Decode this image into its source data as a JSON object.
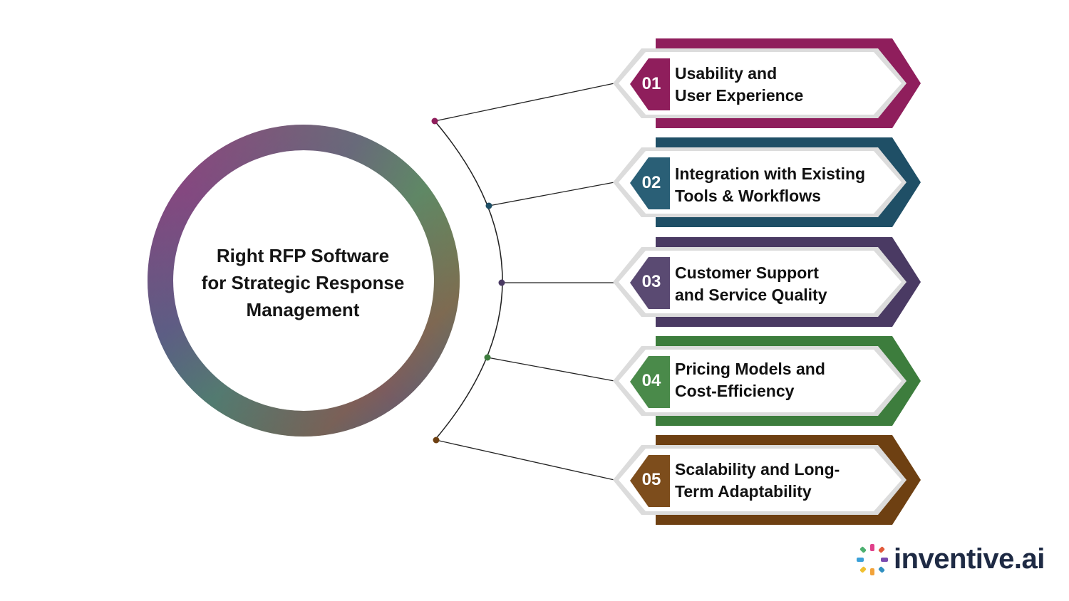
{
  "hub": {
    "lines": [
      "Right RFP Software",
      "for Strategic Response",
      "Management"
    ]
  },
  "items": [
    {
      "number": "01",
      "lines": [
        "Usability and",
        "User Experience"
      ],
      "color": "#8f1e5c"
    },
    {
      "number": "02",
      "lines": [
        "Integration with Existing",
        "Tools & Workflows"
      ],
      "color": "#1f4f66"
    },
    {
      "number": "03",
      "lines": [
        "Customer Support",
        "and Service Quality"
      ],
      "color": "#4a3a63"
    },
    {
      "number": "04",
      "lines": [
        "Pricing Models and",
        "Cost-Efficiency"
      ],
      "color": "#3d7d3d"
    },
    {
      "number": "05",
      "lines": [
        "Scalability and Long-",
        "Term Adaptability"
      ],
      "color": "#6e4012"
    }
  ],
  "ring_colors": [
    "#9a3a78",
    "#6a4d7a",
    "#5e8a5e",
    "#8a6a35",
    "#2f6e80"
  ],
  "logo": {
    "text": "inventive.ai",
    "icon": "starburst-logo-icon"
  }
}
